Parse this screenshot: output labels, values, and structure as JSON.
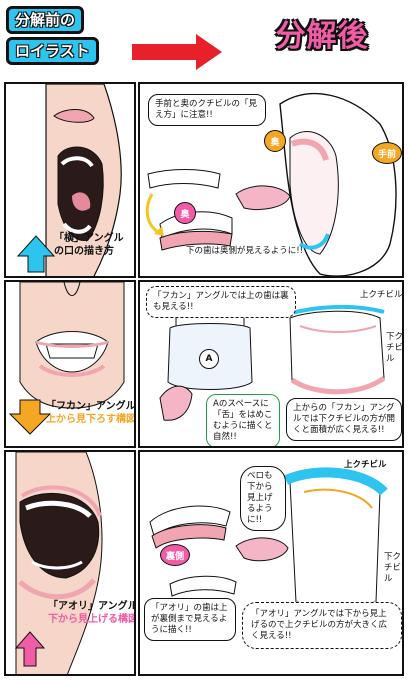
{
  "header": {
    "before_line1": "分解前の",
    "before_line2": "ロイラスト",
    "after": "分解後"
  },
  "row1": {
    "caption_line1": "「横」アングル",
    "caption_line2": "の口の描き方",
    "note_bubble": "手前と奥のクチビルの「見え方」に注意!!",
    "tag_back": "奥",
    "tag_front": "手前",
    "note_lower_teeth": "下の歯は奥側が見えるように!!"
  },
  "row2": {
    "caption_line1": "「フカン」アングル",
    "caption_line2": "上から見下ろす構図",
    "note_top": "「フカン」アングルでは上の歯は裏も見える!!",
    "label_upper_lip": "上クチビル",
    "label_lower_lip": "下クチビル",
    "marker": "A",
    "note_space": "Aのスペースに「舌」をはめこむように描くと自然!!",
    "note_open": "上からの「フカン」アングルでは下クチビルの方が開くと面積が広く見える!!"
  },
  "row3": {
    "caption_line1": "「アオリ」アングル",
    "caption_line2": "下から見上げる構図",
    "note_tongue": "ベロも下から見上げるように!!",
    "tag_back": "裏側",
    "label_upper_lip": "上クチビル",
    "label_lower_lip": "下クチビル",
    "note_teeth": "「アオリ」の歯は上が裏側まで見えるように描く!!",
    "note_open": "「アオリ」アングルでは下から見上げるので上クチビルの方が大きく広く見える!!"
  },
  "colors": {
    "pink": "#f25ba6",
    "blue": "#2ec4f0",
    "orange": "#f5a623",
    "red": "#e8202a",
    "skin": "#f6d6c8",
    "lip": "#f0a5b0"
  }
}
